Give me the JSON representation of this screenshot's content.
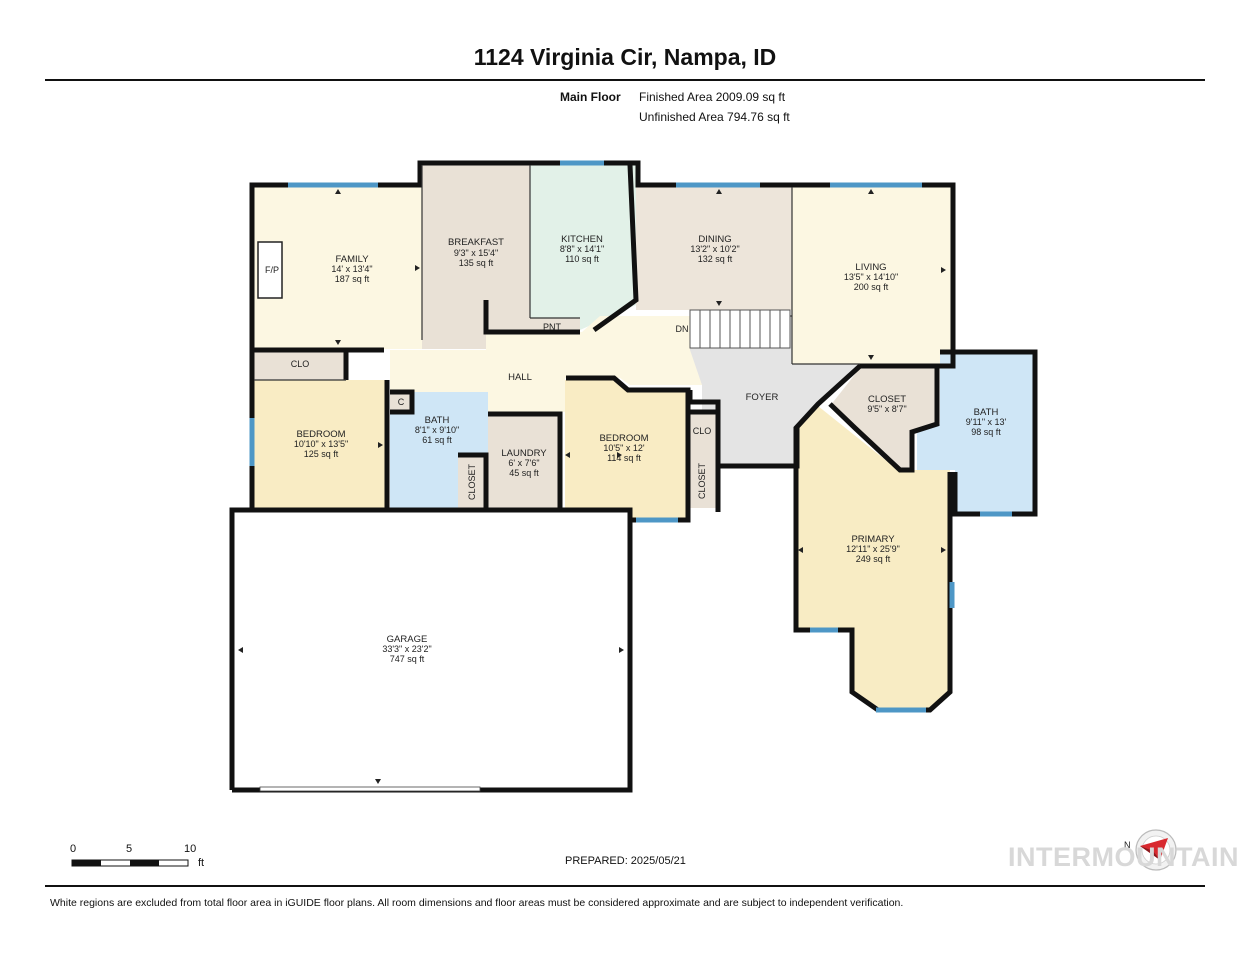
{
  "header": {
    "title": "1124 Virginia Cir, Nampa, ID",
    "floor_label": "Main Floor",
    "finished_area": "Finished Area 2009.09 sq ft",
    "unfinished_area": "Unfinished Area 794.76 sq ft"
  },
  "rooms": {
    "family": {
      "name": "FAMILY",
      "dims": "14' x 13'4\"",
      "area": "187 sq ft"
    },
    "fireplace": {
      "name": "F/P"
    },
    "breakfast": {
      "name": "BREAKFAST",
      "dims": "9'3\" x 15'4\"",
      "area": "135 sq ft"
    },
    "kitchen": {
      "name": "KITCHEN",
      "dims": "8'8\" x 14'1\"",
      "area": "110 sq ft"
    },
    "pantry": {
      "name": "PNT"
    },
    "dining": {
      "name": "DINING",
      "dims": "13'2\" x 10'2\"",
      "area": "132 sq ft"
    },
    "stairs": {
      "name": "DN"
    },
    "living": {
      "name": "LIVING",
      "dims": "13'5\" x 14'10\"",
      "area": "200 sq ft"
    },
    "hall": {
      "name": "HALL"
    },
    "clo_left": {
      "name": "CLO"
    },
    "bedroom_left": {
      "name": "BEDROOM",
      "dims": "10'10\" x 13'5\"",
      "area": "125 sq ft"
    },
    "c_closet": {
      "name": "C"
    },
    "bath_left": {
      "name": "BATH",
      "dims": "8'1\" x 9'10\"",
      "area": "61 sq ft"
    },
    "closet_small": {
      "name": "CLOSET"
    },
    "laundry": {
      "name": "LAUNDRY",
      "dims": "6' x 7'6\"",
      "area": "45 sq ft"
    },
    "bedroom_mid": {
      "name": "BEDROOM",
      "dims": "10'5\" x 12'",
      "area": "114 sq ft"
    },
    "clo_mid": {
      "name": "CLO"
    },
    "closet_mid": {
      "name": "CLOSET"
    },
    "foyer": {
      "name": "FOYER"
    },
    "closet_primary": {
      "name": "CLOSET",
      "dims": "9'5\" x 8'7\"",
      "area": ""
    },
    "bath_primary": {
      "name": "BATH",
      "dims": "9'11\" x 13'",
      "area": "98 sq ft"
    },
    "primary": {
      "name": "PRIMARY",
      "dims": "12'11\" x 25'9\"",
      "area": "249 sq ft"
    },
    "garage": {
      "name": "GARAGE",
      "dims": "33'3\" x 23'2\"",
      "area": "747 sq ft"
    }
  },
  "scale_bar": {
    "labels": [
      "0",
      "5",
      "10"
    ],
    "unit": "ft"
  },
  "compass": {
    "label": "N",
    "icon": "compass-icon"
  },
  "prepared": "PREPARED: 2025/05/21",
  "watermark": "INTERMOUNTAIN",
  "disclaimer": "White regions are excluded from total floor area in iGUIDE floor plans. All room dimensions and floor areas must be considered approximate and are subject to independent verification.",
  "colors": {
    "family": "#fcf7e2",
    "breakfast": "#e9e1d6",
    "kitchen": "#e2f1e8",
    "dining": "#ede5da",
    "living": "#fcf7e2",
    "hall": "#fcf7e2",
    "bedroom": "#f9ecc4",
    "bath": "#cfe6f6",
    "laundry": "#e9e1d6",
    "foyer": "#e4e4e4",
    "primary": "#f8ecc4",
    "garage": "#ffffff",
    "wall": "#111111",
    "window": "#4e97c6"
  }
}
